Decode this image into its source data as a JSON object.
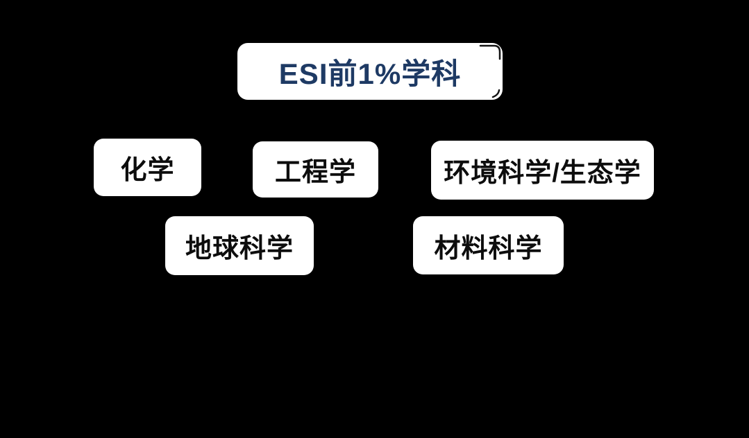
{
  "diagram": {
    "title": {
      "label": "ESI前1%学科"
    },
    "disciplines": [
      {
        "label": "化学"
      },
      {
        "label": "工程学"
      },
      {
        "label": "环境科学/生态学"
      },
      {
        "label": "地球科学"
      },
      {
        "label": "材料科学"
      }
    ]
  },
  "colors": {
    "background": "#000000",
    "box_background": "#ffffff",
    "title_text": "#1e3a64",
    "discipline_text": "#0d0d0d",
    "corner_accent_stroke": "#141414"
  }
}
